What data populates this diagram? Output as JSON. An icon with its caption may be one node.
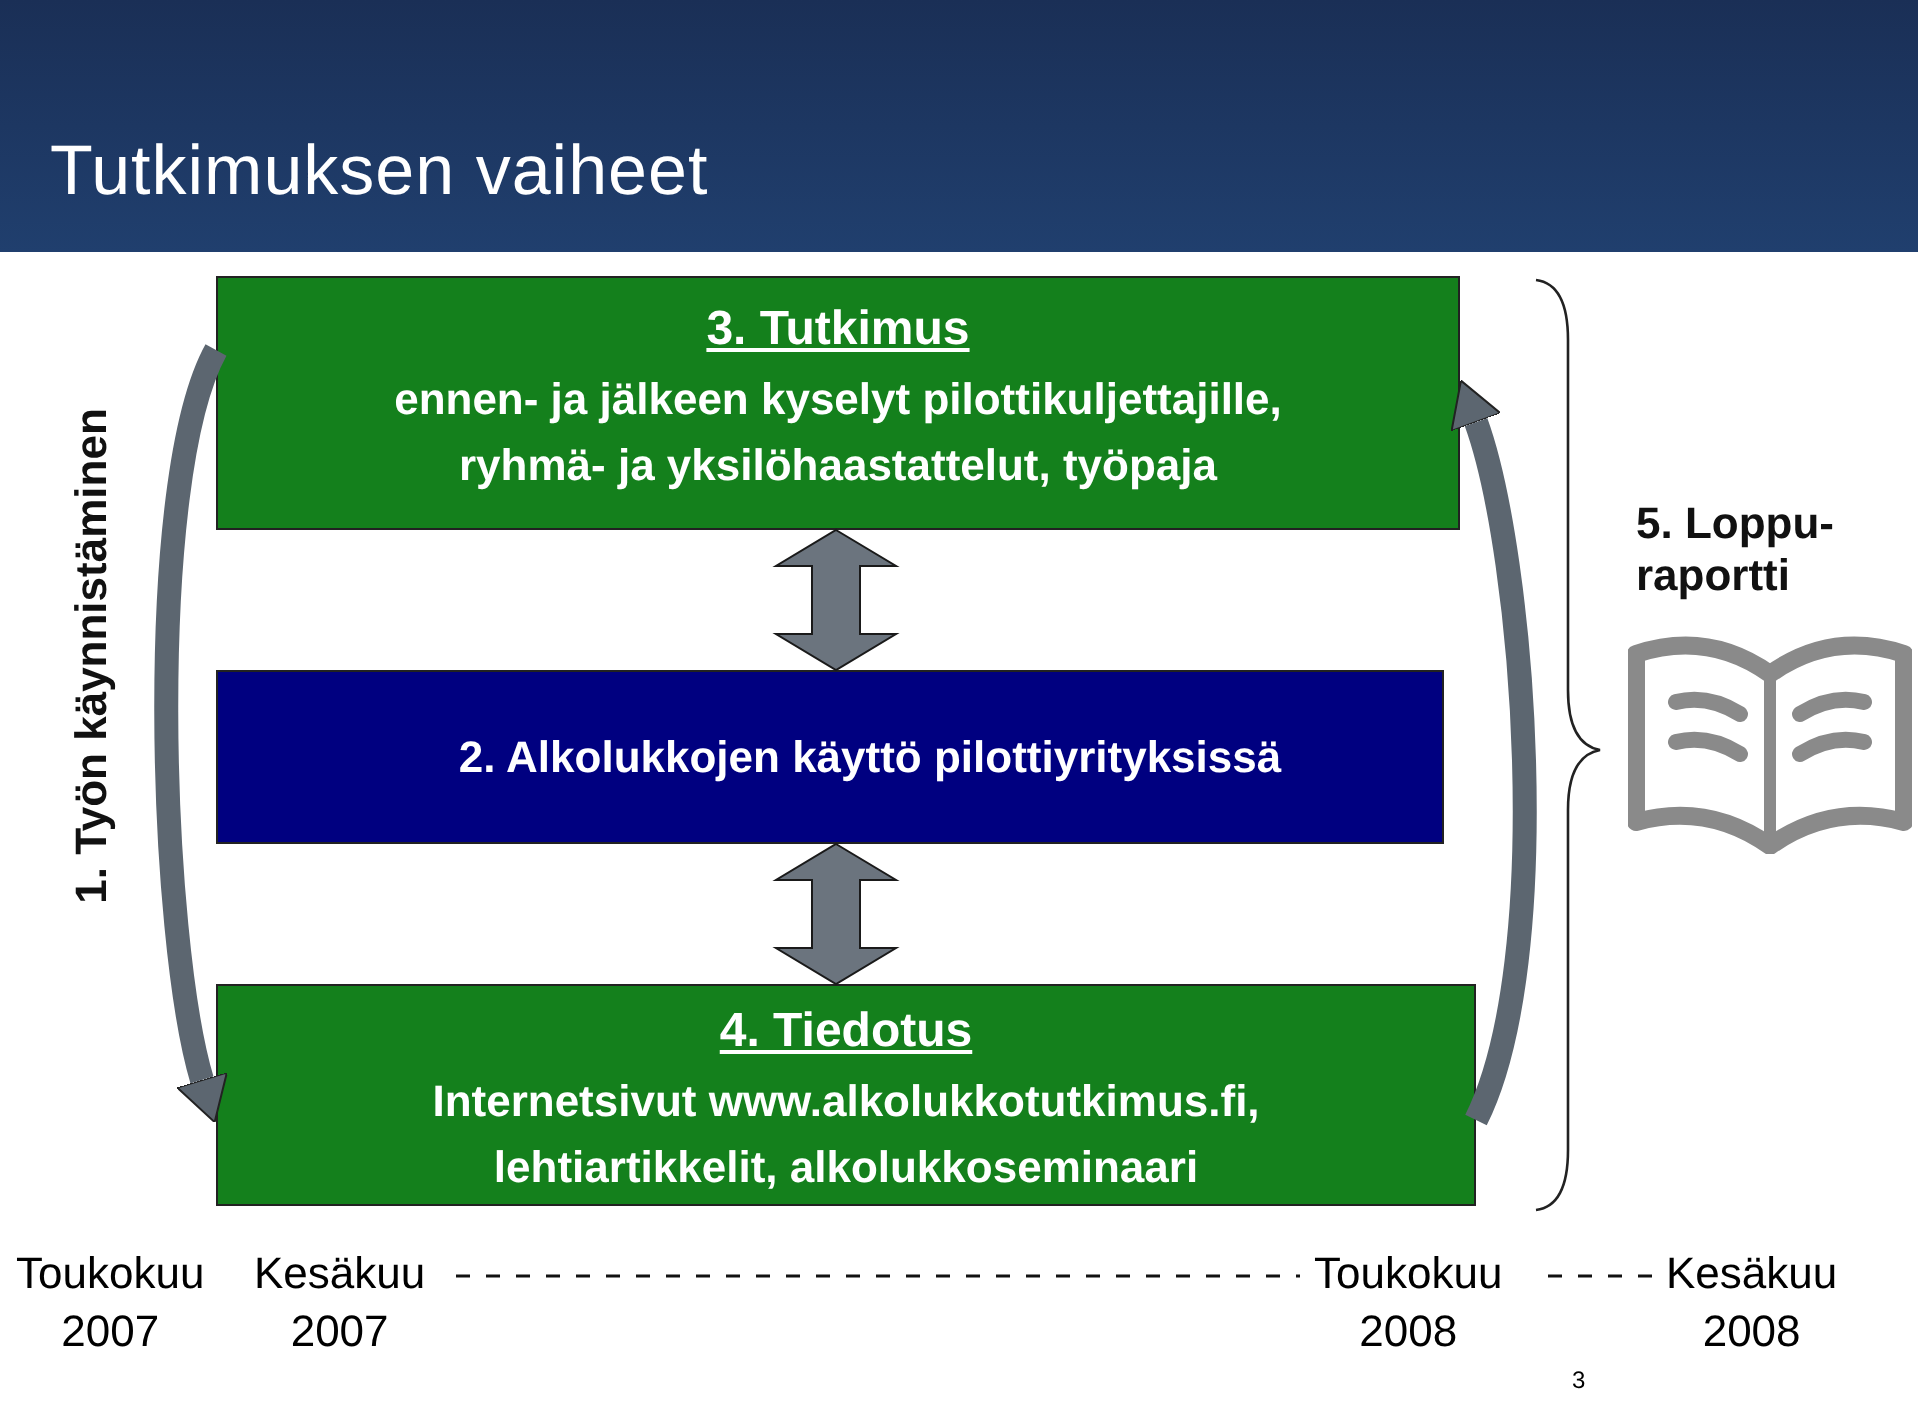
{
  "diagram": {
    "title": "Tutkimuksen vaiheet",
    "nodes": [
      {
        "text": [
          "3. Tutkimus",
          "ennen- ja jälkeen kyselyt pilottikuljettajille, ryhmä- ja yksilöhaastattelut, työpaja"
        ]
      },
      {
        "text": [
          "2. Alkolukkojen käyttö pilottiyrityksissä"
        ]
      },
      {
        "text": [
          "4. Tiedotus",
          "Internetsivut www.alkolukkotutkimus.fi, lehtiartikkelit, alkolukkoseminaari"
        ]
      },
      {
        "text": [
          "5. Loppu- raportti"
        ]
      }
    ],
    "edges": [
      {
        "from": 0,
        "to": 1,
        "arrow": "both"
      },
      {
        "from": 1,
        "to": 2,
        "arrow": "both"
      },
      {
        "from": 0,
        "to": 2,
        "arrow": "to"
      },
      {
        "from": 2,
        "to": 0,
        "arrow": "to"
      }
    ],
    "labels": [
      "1. Työn käynnistäminen",
      "Toukokuu 2007",
      "Kesäkuu 2007",
      "Toukokuu 2008",
      "Kesäkuu 2008",
      "3"
    ]
  }
}
